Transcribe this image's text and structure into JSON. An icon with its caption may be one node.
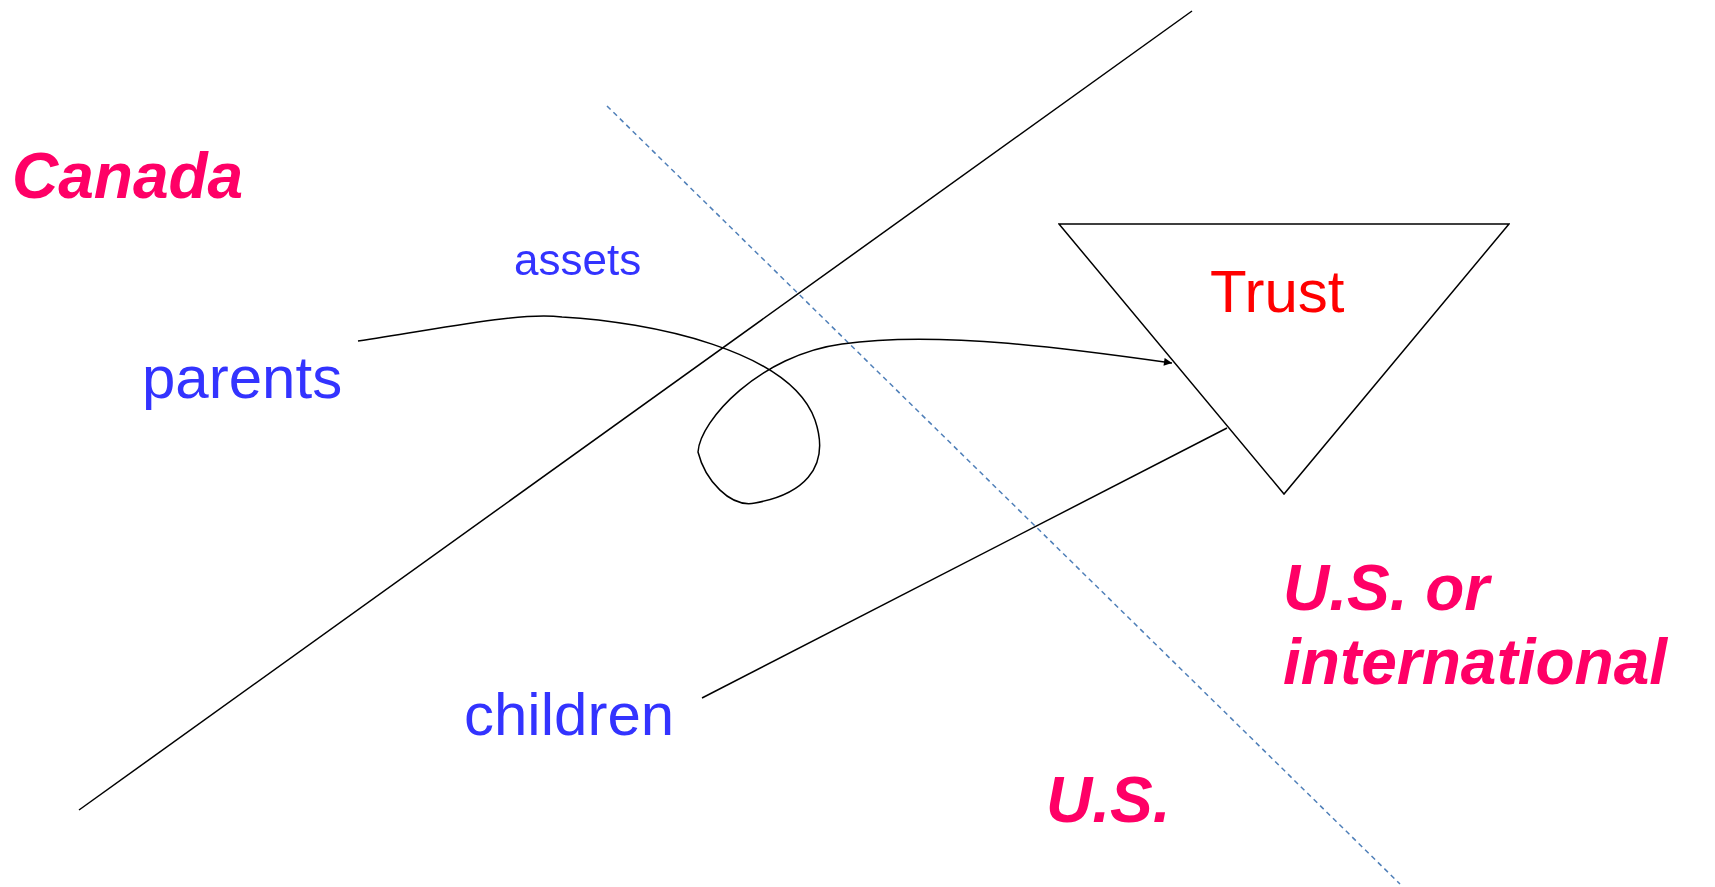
{
  "diagram": {
    "nodes": [
      {
        "text": [
          "parents"
        ]
      },
      {
        "text": [
          "Trust"
        ]
      },
      {
        "text": [
          "children"
        ]
      }
    ],
    "edges": [
      {
        "from": 0,
        "to": 1,
        "arrow": "to",
        "label": "assets"
      },
      {
        "from": 2,
        "to": 1,
        "arrow": "none"
      }
    ],
    "labels": [
      "Canada",
      "U.S. or international",
      "U.S."
    ]
  }
}
